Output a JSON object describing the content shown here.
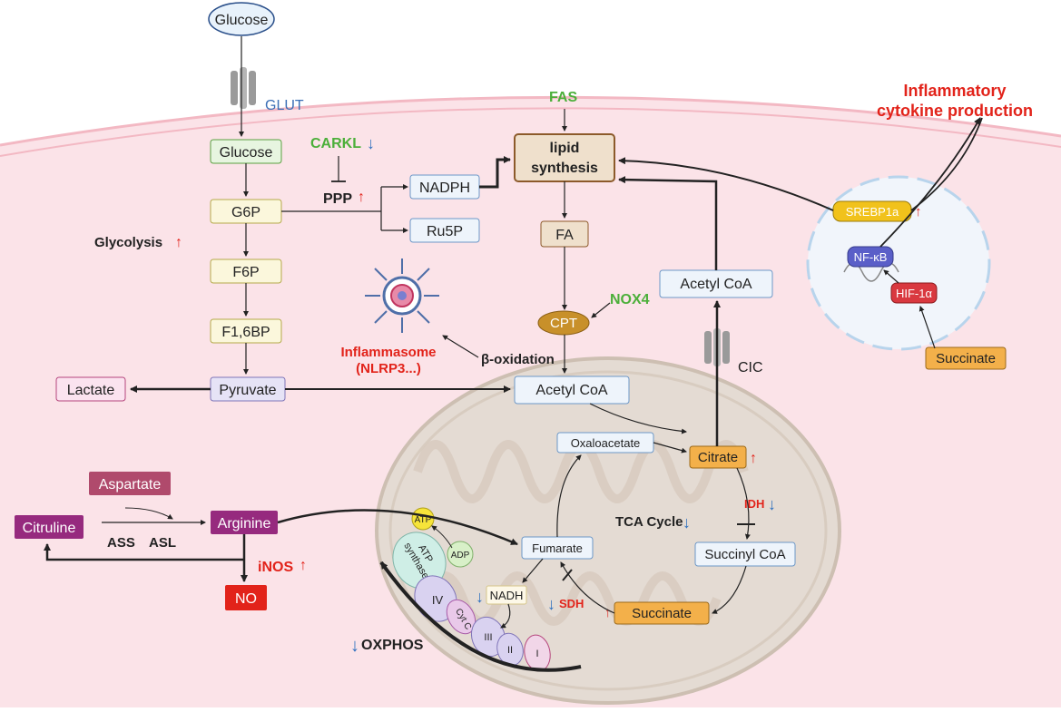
{
  "colors": {
    "cell": "#fbe3e8",
    "cell_border": "#f3b8c3",
    "mito": "#e4dbd3",
    "mito_border": "#cdbfb2",
    "nucleus": "#e4eef8",
    "nucleus_border": "#b8d4ec",
    "up_red": "#e2231a",
    "down_blue": "#2c6fbf",
    "enzyme_green": "#4caf3a"
  },
  "labels": {
    "glucose_outside": "Glucose",
    "glut": "GLUT",
    "glucose": "Glucose",
    "g6p": "G6P",
    "f6p": "F6P",
    "f16bp": "F1,6BP",
    "pyruvate": "Pyruvate",
    "lactate": "Lactate",
    "glycolysis": "Glycolysis",
    "carkl": "CARKL",
    "ppp": "PPP",
    "nadph": "NADPH",
    "ru5p": "Ru5P",
    "fas": "FAS",
    "lipid_line1": "lipid",
    "lipid_line2": "synthesis",
    "fa": "FA",
    "nox4": "NOX4",
    "cpt": "CPT",
    "beta_ox": "β-oxidation",
    "inflammasome_line1": "Inflammasome",
    "inflammasome_line2": "(NLRP3...)",
    "acetyl_coa_mito": "Acetyl CoA",
    "acetyl_coa_cyto": "Acetyl CoA",
    "cic": "CIC",
    "oxaloacetate": "Oxaloacetate",
    "citrate": "Citrate",
    "idh": "IDH",
    "tca": "TCA Cycle",
    "succinyl_coa": "Succinyl CoA",
    "succinate_mito": "Succinate",
    "sdh": "SDH",
    "fumarate": "Fumarate",
    "nadh": "NADH",
    "atp": "ATP",
    "adp": "ADP",
    "atp_synthase_line1": "ATP",
    "atp_synthase_line2": "synthase",
    "complex_iv": "IV",
    "cyt_c": "Cyt C",
    "complex_iii": "III",
    "complex_ii": "II",
    "complex_i": "I",
    "oxphos": "OXPHOS",
    "aspartate": "Aspartate",
    "citruline": "Citruline",
    "arginine": "Arginine",
    "ass": "ASS",
    "asl": "ASL",
    "inos": "iNOS",
    "no": "NO",
    "srebp1a": "SREBP1a",
    "nfkb": "NF-κB",
    "hif1a": "HIF-1α",
    "succinate_nuc": "Succinate",
    "cytokine_line1": "Inflammatory",
    "cytokine_line2": "cytokine production",
    "up_arrow": "↑",
    "down_arrow": "↓"
  }
}
